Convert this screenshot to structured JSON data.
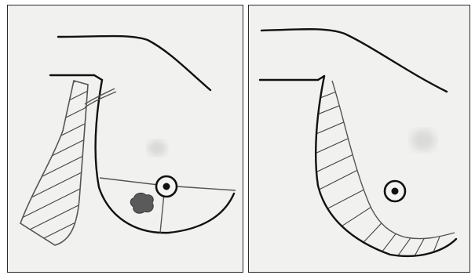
{
  "figure": {
    "panels": [
      {
        "id": "left",
        "depicts": "breast-lateral-view-with-flap-and-lesion"
      },
      {
        "id": "right",
        "depicts": "breast-lateral-view-reconstructed"
      }
    ],
    "colors": {
      "ink": "#111111",
      "hatch": "#444444",
      "panel_bg": "#f1f1f0",
      "lesion": "#555555"
    }
  }
}
